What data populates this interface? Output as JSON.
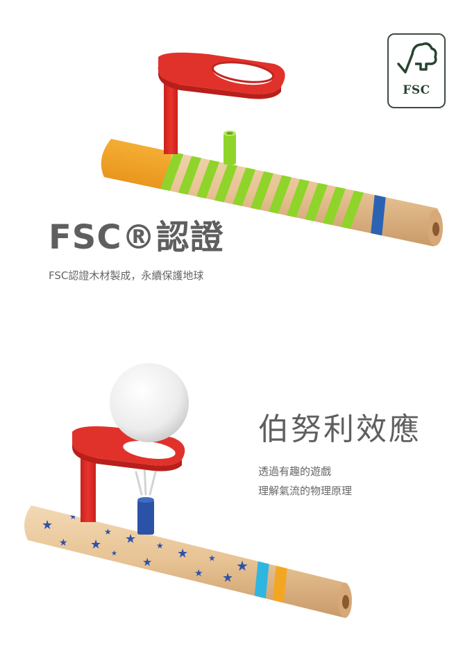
{
  "logo": {
    "label": "FSC",
    "icon": "fsc-tree-check-icon"
  },
  "section1": {
    "title": "FSC®認證",
    "description": "FSC認證木材製成，永續保護地球",
    "product_image": "floating-ball-whistle-green-stripes"
  },
  "section2": {
    "title": "伯努利效應",
    "description_lines": [
      "透過有趣的遊戲",
      "理解氣流的物理原理"
    ],
    "product_image": "floating-ball-whistle-blue-stars"
  },
  "colors": {
    "heading": "#5f5f5f",
    "body_text": "#666666",
    "red_hoop": "#e0322b",
    "green_stripe": "#8fd42a",
    "orange_cap": "#f4a623",
    "blue_band": "#2c62b3",
    "cyan_band": "#2fb6e0",
    "wood": "#e8c49a",
    "fsc_green": "#25442f"
  }
}
